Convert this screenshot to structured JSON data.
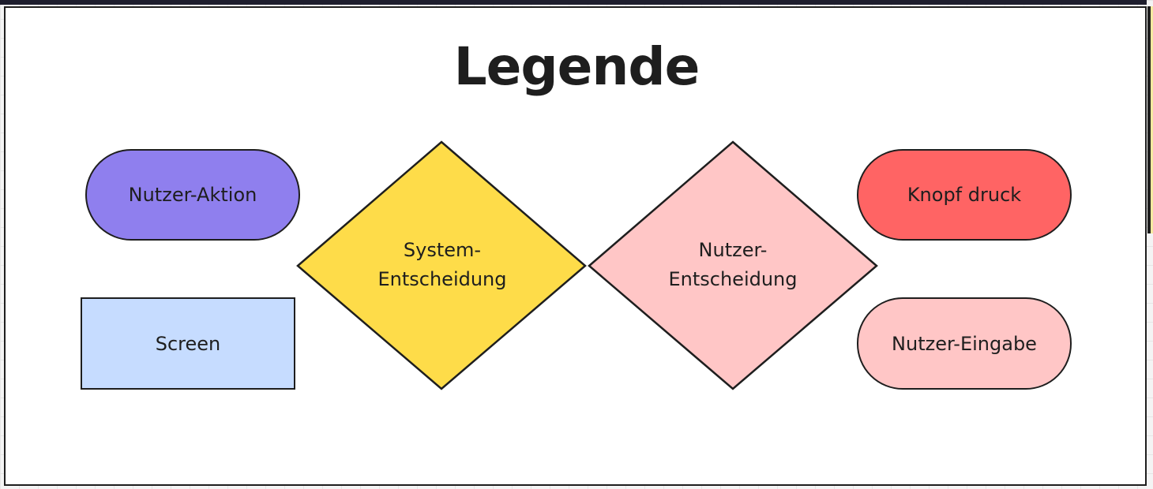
{
  "title": "Legende",
  "shapes": {
    "nutzer_aktion": {
      "label": "Nutzer-Aktion",
      "color": "#8f7fee"
    },
    "screen": {
      "label": "Screen",
      "color": "#c6dcff"
    },
    "system_entscheidung": {
      "line1": "System-",
      "line2": "Entscheidung",
      "color": "#fedc49"
    },
    "nutzer_entscheidung": {
      "line1": "Nutzer-",
      "line2": "Entscheidung",
      "color": "#ffc6c6"
    },
    "knopf_druck": {
      "label": "Knopf druck",
      "color": "#ff6464"
    },
    "nutzer_eingabe": {
      "label": "Nutzer-Eingabe",
      "color": "#ffc6c6"
    }
  }
}
